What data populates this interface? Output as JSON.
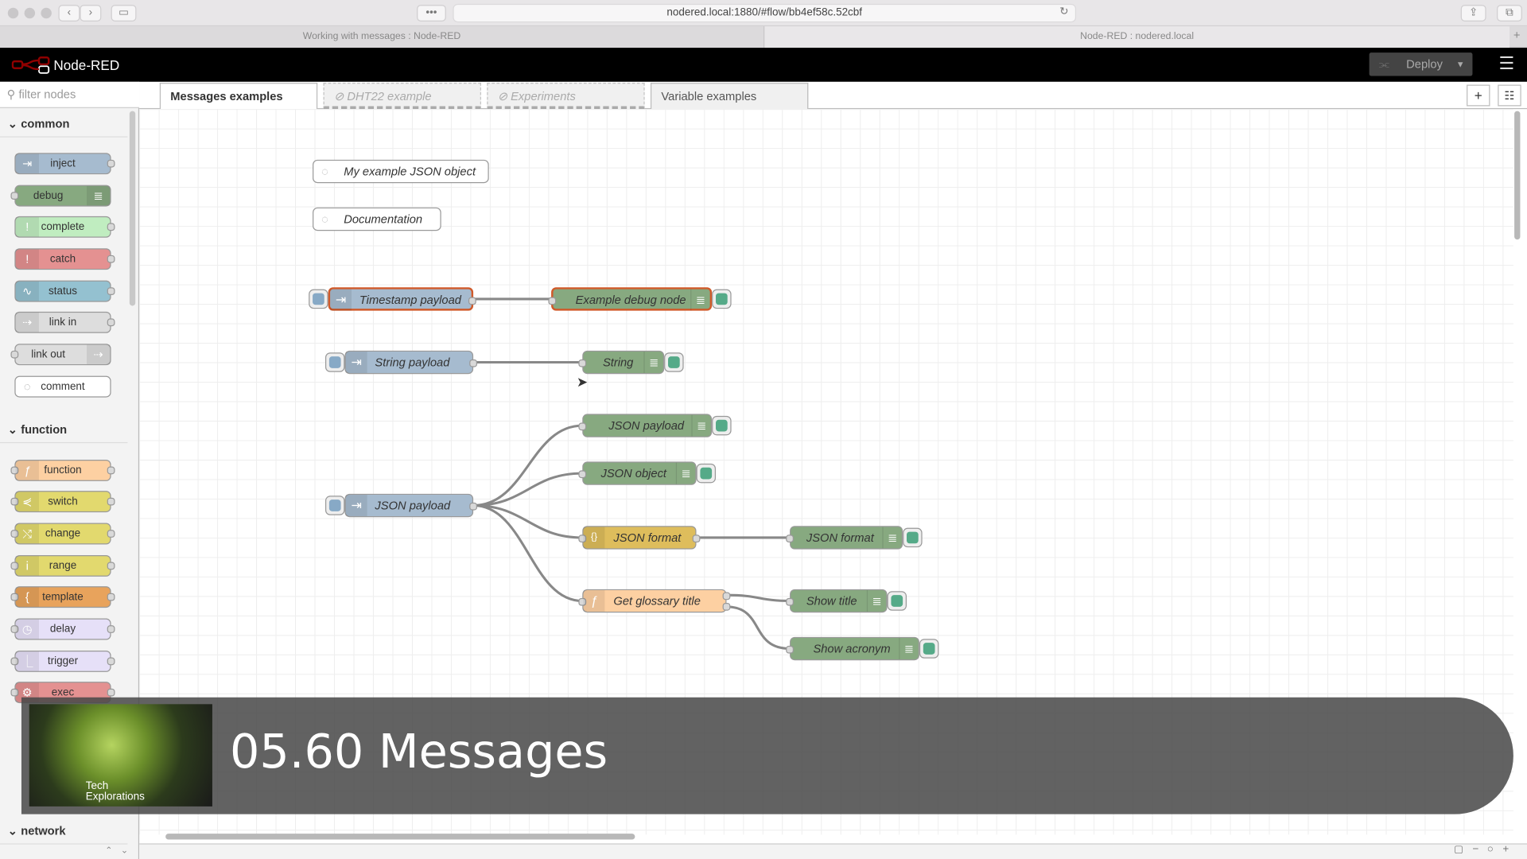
{
  "browser": {
    "url": "nodered.local:1880/#flow/bb4ef58c.52cbf",
    "tabs": [
      "Working with messages : Node-RED",
      "Node-RED : nodered.local"
    ],
    "dots_label": "•••"
  },
  "app": {
    "title": "Node-RED",
    "deploy_label": "Deploy"
  },
  "palette": {
    "filter_placeholder": "filter nodes",
    "categories": [
      "common",
      "function",
      "network"
    ],
    "common": [
      "inject",
      "debug",
      "complete",
      "catch",
      "status",
      "link in",
      "link out",
      "comment"
    ],
    "function": [
      "function",
      "switch",
      "change",
      "range",
      "template",
      "delay",
      "trigger",
      "exec"
    ]
  },
  "workspace": {
    "tabs": [
      {
        "label": "Messages examples"
      },
      {
        "label": "DHT22 example"
      },
      {
        "label": "Experiments"
      },
      {
        "label": "Variable examples"
      }
    ]
  },
  "flow": {
    "comments": [
      "My example JSON object",
      "Documentation"
    ],
    "nodes": {
      "timestamp_payload": "Timestamp payload",
      "example_debug": "Example debug node",
      "string_payload": "String payload",
      "string_debug": "String",
      "json_payload": "JSON payload",
      "json_payload_debug": "JSON payload",
      "json_object_debug": "JSON object",
      "json_format": "JSON format",
      "json_format_debug": "JSON format",
      "get_glossary": "Get glossary title",
      "show_title": "Show title",
      "show_acronym": "Show acronym"
    }
  },
  "video": {
    "title": "05.60 Messages",
    "logo_text": "Tech Explorations"
  },
  "colors": {
    "inject": "#a6bbcf",
    "debug": "#87a980",
    "function": "#fdd0a2",
    "json": "#debd5c",
    "catch": "#e49191",
    "status": "#94c1d0",
    "complete": "#c0edc0",
    "switch": "#e2d96e",
    "delay": "#e6e0f8"
  }
}
